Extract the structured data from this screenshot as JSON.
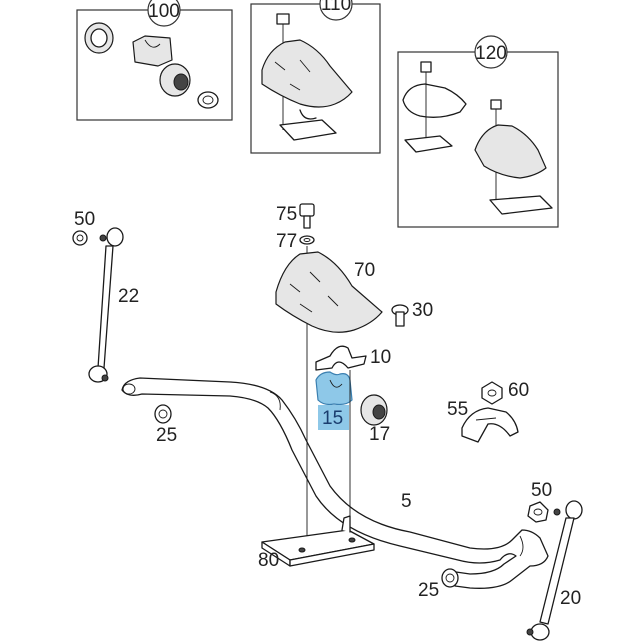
{
  "labels": {
    "p100": "100",
    "p110": "110",
    "p120": "120",
    "p50a": "50",
    "p22": "22",
    "p75": "75",
    "p77": "77",
    "p70": "70",
    "p30": "30",
    "p10": "10",
    "p60": "60",
    "p55": "55",
    "p15": "15",
    "p17": "17",
    "p25a": "25",
    "p5": "5",
    "p50b": "50",
    "p80": "80",
    "p25b": "25",
    "p20": "20"
  },
  "colors": {
    "highlight": "#8ec8e8",
    "line": "#1a1a1a"
  }
}
